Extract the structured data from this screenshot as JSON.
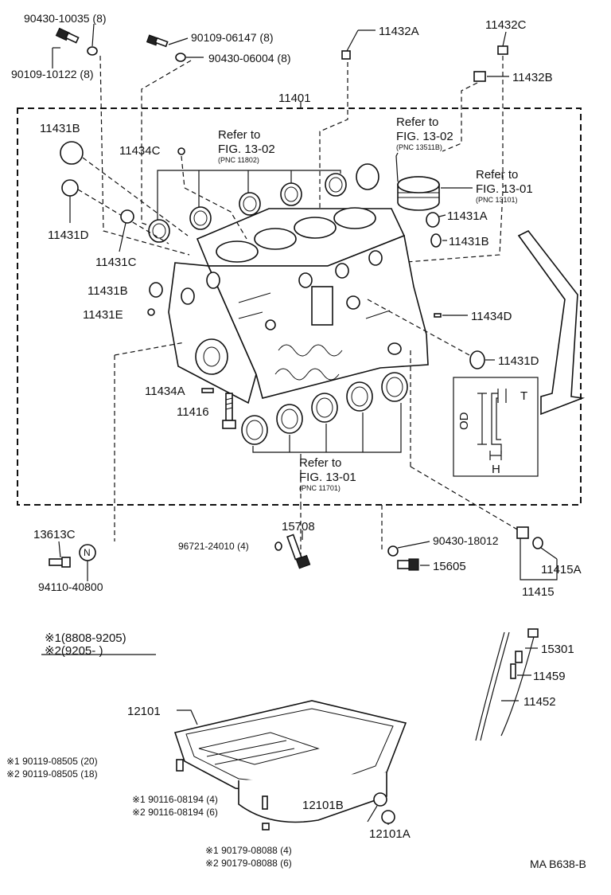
{
  "labels": {
    "p90430_10035": "90430-10035 (8)",
    "p90109_10122": "90109-10122 (8)",
    "p90109_06147": "90109-06147 (8)",
    "p90430_06004": "90430-06004 (8)",
    "p11432A": "11432A",
    "p11432C": "11432C",
    "p11432B": "11432B",
    "p11401": "11401",
    "p11431B_top": "11431B",
    "p11434C": "11434C",
    "p11431D_left": "11431D",
    "p11431C": "11431C",
    "p11431A": "11431A",
    "p11431B_right": "11431B",
    "p11431B_mid": "11431B",
    "p11431E": "11431E",
    "p11434D": "11434D",
    "p11431D_right": "11431D",
    "p11434A": "11434A",
    "p11416": "11416",
    "p13613C": "13613C",
    "p94110_40800": "94110-40800",
    "p96721_24010": "96721-24010 (4)",
    "p15708": "15708",
    "p90430_18012": "90430-18012",
    "p15605": "15605",
    "p11415A": "11415A",
    "p11415": "11415",
    "p15301": "15301",
    "p11459": "11459",
    "p11452": "11452",
    "p12101": "12101",
    "p12101B": "12101B",
    "p12101A": "12101A",
    "pan_bolt_1": "※1 90119-08505 (20)",
    "pan_bolt_2": "※2 90119-08505 (18)",
    "stud_1": "※1 90116-08194 (4)",
    "stud_2": "※2 90116-08194 (6)",
    "nut_1": "※1 90179-08088 (4)",
    "nut_2": "※2 90179-08088 (6)",
    "neutral_mark": "N",
    "ref_od": "OD",
    "ref_t": "T",
    "ref_h": "H"
  },
  "refs": {
    "bearing_top": {
      "l1": "Refer to",
      "l2": "FIG. 13-02",
      "pnc": "(PNC 11802)"
    },
    "piston": {
      "l1": "Refer to",
      "l2": "FIG. 13-02",
      "pnc": "(PNC 13511B)"
    },
    "ring": {
      "l1": "Refer to",
      "l2": "FIG. 13-01",
      "pnc": "(PNC 13101)"
    },
    "main_bearing": {
      "l1": "Refer to",
      "l2": "FIG. 13-01",
      "pnc": "(PNC 11701)"
    }
  },
  "legend": {
    "l1": "※1(8808-9205)",
    "l2": "※2(9205-        )"
  },
  "footer": {
    "code": "MA B638-B"
  }
}
